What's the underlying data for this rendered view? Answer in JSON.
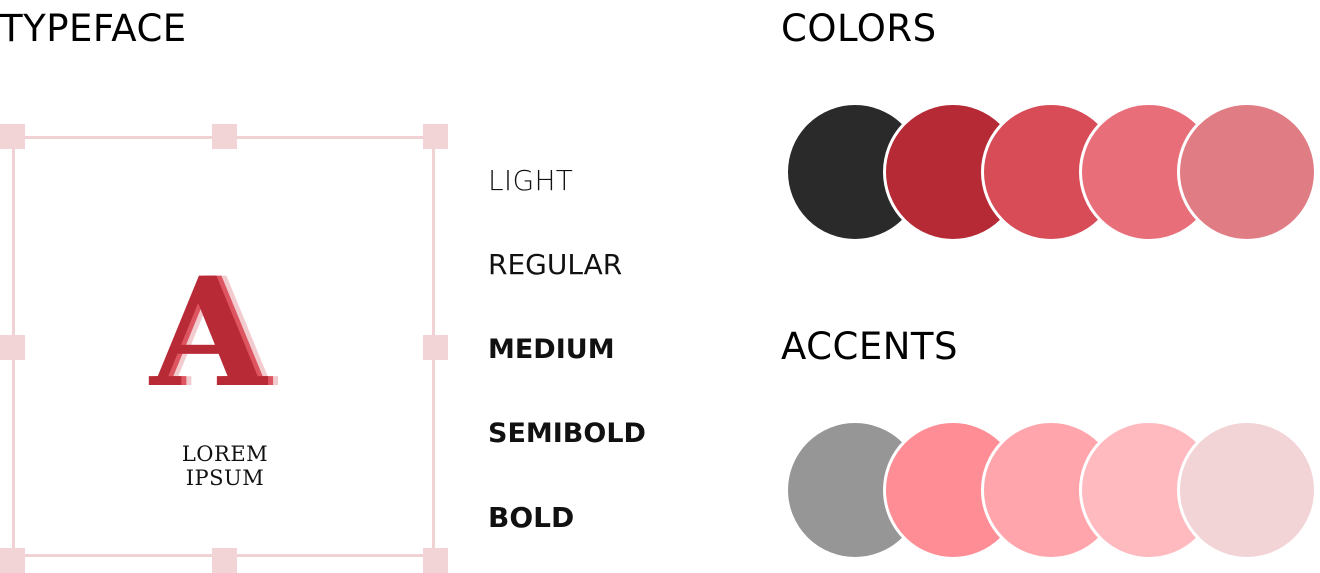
{
  "typeface": {
    "title": "TYPEFACE",
    "glyph": "A",
    "sample_text": "LOREM IPSUM",
    "weights": [
      "LIGHT",
      "REGULAR",
      "MEDIUM",
      "SEMIBOLD",
      "BOLD"
    ]
  },
  "colors": {
    "title": "COLORS",
    "swatches": [
      "#2a2a2a",
      "#b52a35",
      "#d84c58",
      "#e86f7a",
      "#e07d84"
    ]
  },
  "accents": {
    "title": "ACCENTS",
    "swatches": [
      "#969696",
      "#fe8d95",
      "#ffa5ab",
      "#ffbac0",
      "#f2d3d6"
    ]
  }
}
